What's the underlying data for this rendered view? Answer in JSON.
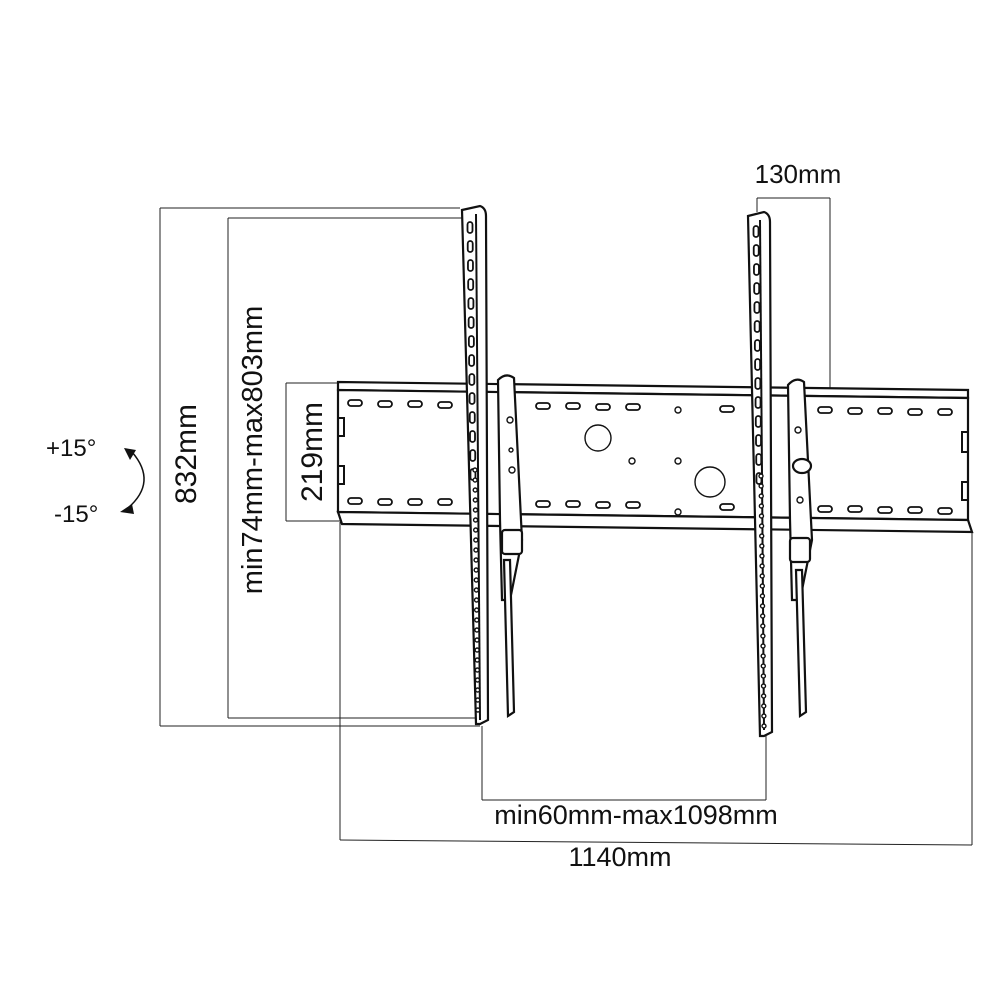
{
  "dimensions": {
    "total_height": "832mm",
    "vertical_range": "min74mm-max803mm",
    "plate_height": "219mm",
    "depth": "130mm",
    "horizontal_range": "min60mm-max1098mm",
    "total_width": "1140mm"
  },
  "tilt": {
    "up": "+15°",
    "down": "-15°"
  }
}
